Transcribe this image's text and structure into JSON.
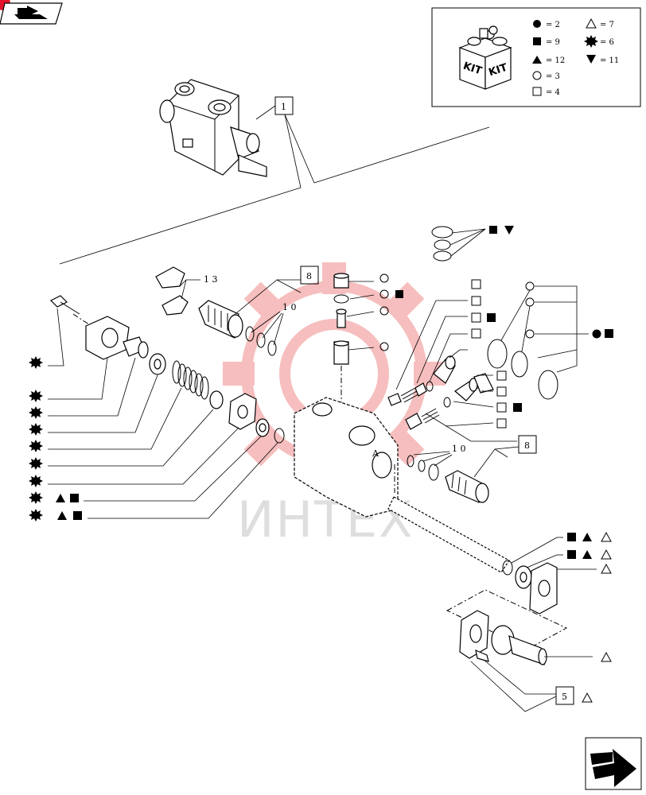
{
  "watermark_text": "ИНТЕХ",
  "kit_word": "KIT",
  "legend": [
    {
      "symbol": "filled-circle",
      "label": "= 2"
    },
    {
      "symbol": "filled-square",
      "label": "= 9"
    },
    {
      "symbol": "filled-triangle",
      "label": "= 12"
    },
    {
      "symbol": "open-circle",
      "label": "= 3"
    },
    {
      "symbol": "open-square",
      "label": "= 4"
    },
    {
      "symbol": "open-triangle",
      "label": "= 7"
    },
    {
      "symbol": "star",
      "label": "= 6"
    },
    {
      "symbol": "filled-triangle-down",
      "label": "= 11"
    }
  ],
  "callouts": {
    "c1": "1",
    "c8_top": "8",
    "c10_left": "1 0",
    "c13": "1 3",
    "c10_right": "1 0",
    "c8_right": "8",
    "c5": "5",
    "section_a": "A"
  },
  "icons": {
    "top_left": "book-arrow-icon",
    "bottom_right": "next-page-arrow-icon"
  }
}
